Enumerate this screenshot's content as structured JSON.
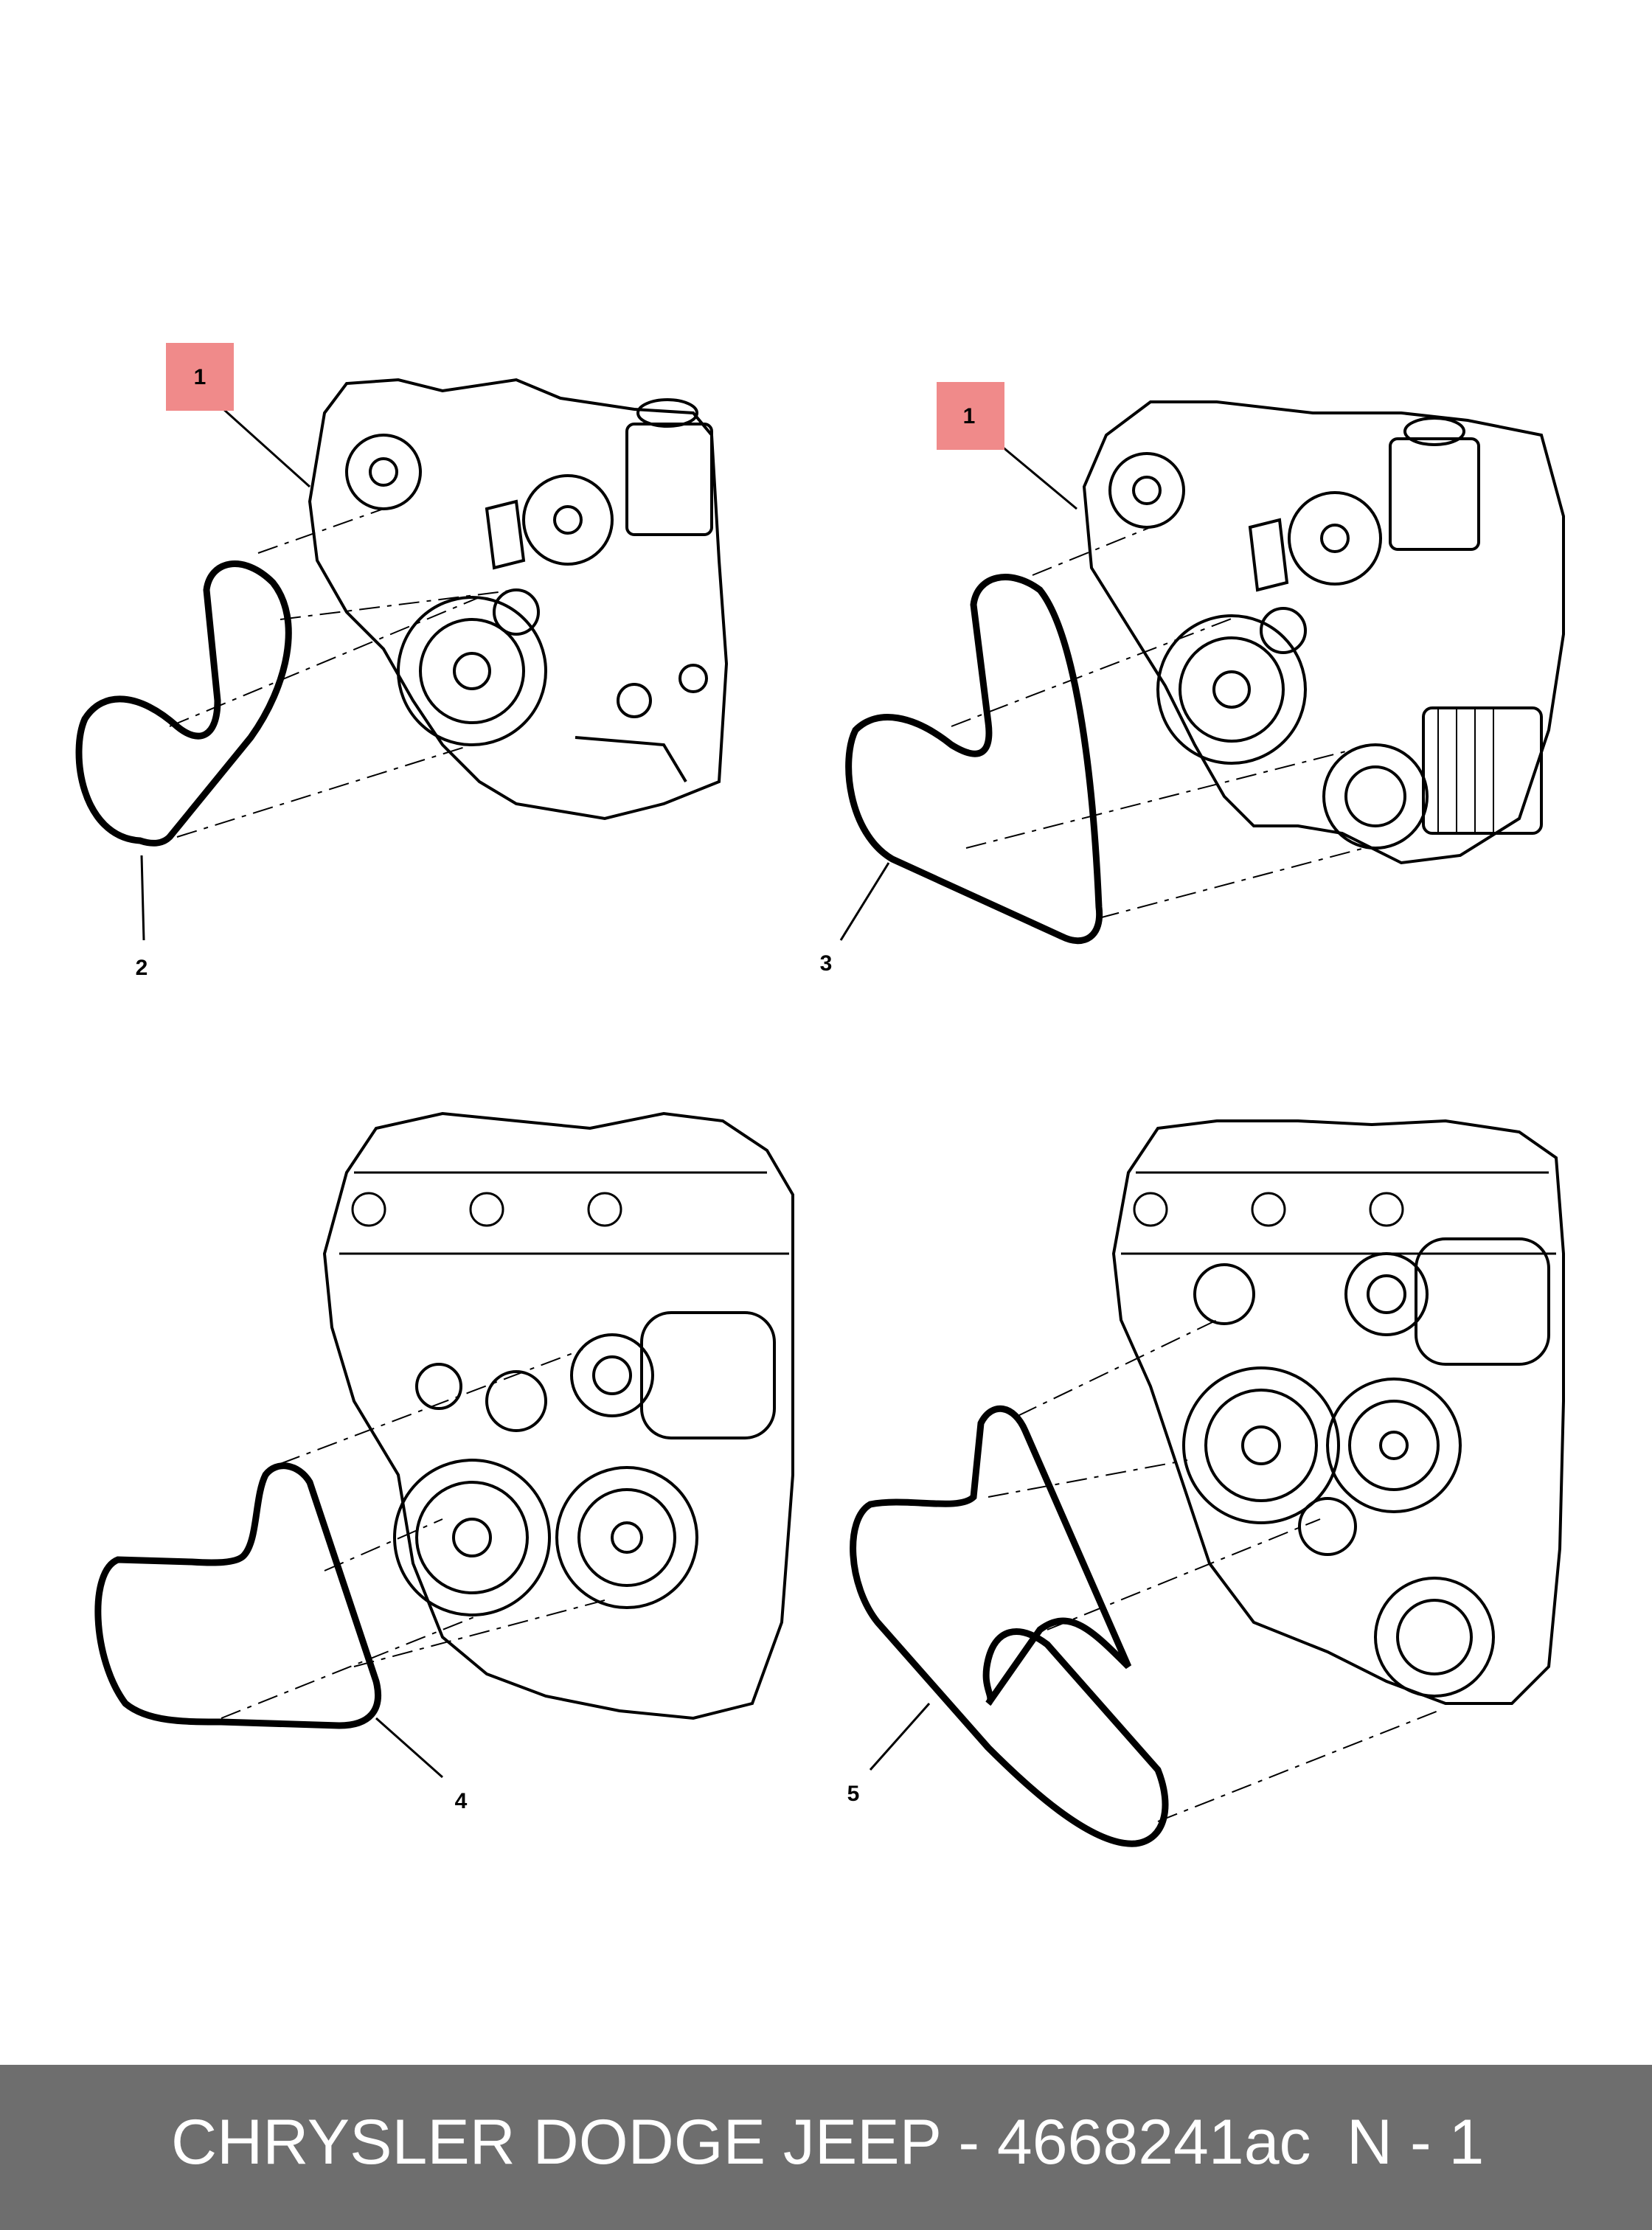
{
  "colors": {
    "background": "#ffffff",
    "line": "#000000",
    "highlight": "#f08a8a",
    "footer_bg": "#6e6e6e",
    "footer_text": "#ffffff"
  },
  "panels": [
    {
      "name": "panel-top-left",
      "callouts": [
        "1",
        "2"
      ]
    },
    {
      "name": "panel-top-right",
      "callouts": [
        "1",
        "3"
      ]
    },
    {
      "name": "panel-bottom-left",
      "callouts": [
        "4"
      ]
    },
    {
      "name": "panel-bottom-right",
      "callouts": [
        "5"
      ]
    }
  ],
  "callouts": {
    "tl_highlight": "1",
    "tl_belt": "2",
    "tr_highlight": "1",
    "tr_belt": "3",
    "bl_belt": "4",
    "br_belt": "5"
  },
  "footer": {
    "title": "CHRYSLER DODGE JEEP - 4668241ac",
    "page": "N - 1"
  }
}
